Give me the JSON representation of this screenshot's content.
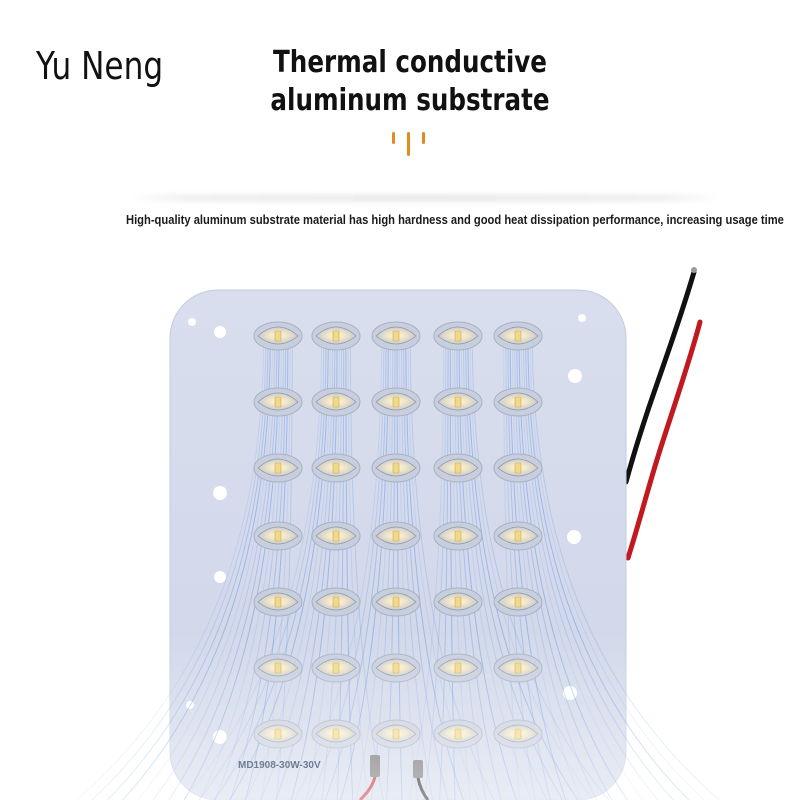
{
  "brand": "Yu Neng",
  "heading": {
    "line1": "Thermal conductive",
    "line2": "aluminum substrate"
  },
  "description": "High-quality aluminum substrate material has high hardness and good heat dissipation performance, increasing usage time",
  "board": {
    "model": "MD1908-30W-30V",
    "led_rows": 7,
    "led_cols": 5,
    "colors": {
      "accent": "#e58a1f",
      "board": "#d6dcec",
      "heat_lines": "#3a7be0",
      "wire_black": "#111111",
      "wire_red": "#c0191f"
    }
  }
}
